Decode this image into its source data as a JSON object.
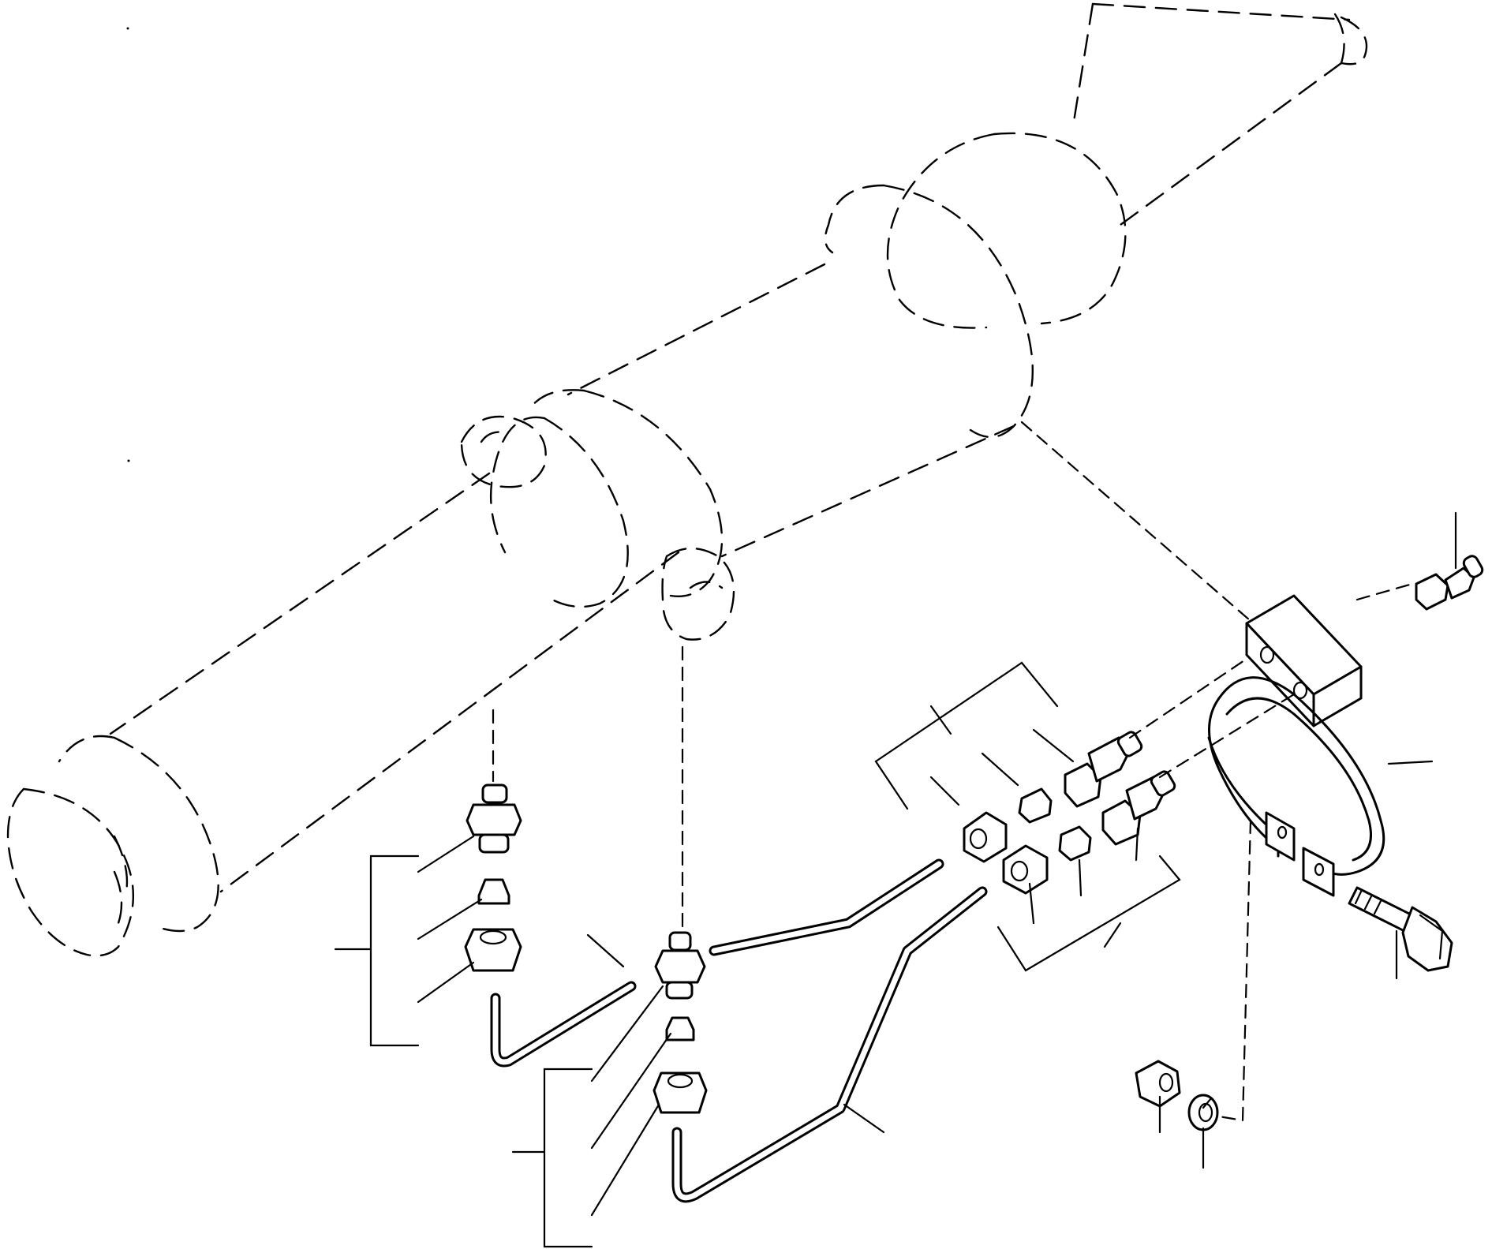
{
  "diagram": {
    "type": "exploded parts diagram",
    "line_color": "#000000",
    "background": "#ffffff",
    "components": [
      "hydraulic-cylinder-phantom",
      "tube-left",
      "tube-right",
      "tube-long",
      "tube-upper",
      "fitting-set-left",
      "fitting-set-center",
      "fitting-set-upper",
      "fitting-set-lower",
      "pipe-clamp-block",
      "u-bolt-clamp",
      "grease-fitting",
      "hex-bolt",
      "lock-nut",
      "lock-washer"
    ]
  }
}
